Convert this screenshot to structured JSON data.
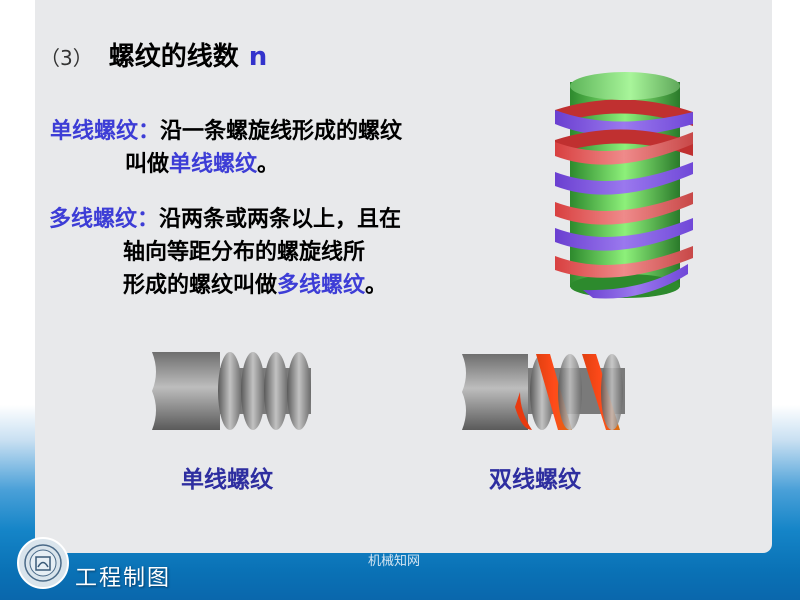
{
  "slide": {
    "section_number": "（3）",
    "title": "螺纹的线数",
    "title_variable": "n",
    "single_thread": {
      "term": "单线螺纹：",
      "line1_rest": "沿一条螺旋线形成的螺纹",
      "line2_prefix": "叫做",
      "line2_term": "单线螺纹",
      "line2_suffix": "。"
    },
    "multi_thread": {
      "term": "多线螺纹：",
      "line1_rest": "沿两条或两条以上，且在",
      "line2": "轴向等距分布的螺旋线所",
      "line3_prefix": "形成的螺纹叫做",
      "line3_term": "多线螺纹",
      "line3_suffix": "。"
    },
    "figures": [
      {
        "name": "single-thread-screw",
        "caption": "单线螺纹"
      },
      {
        "name": "double-thread-screw",
        "caption": "双线螺纹"
      }
    ]
  },
  "footer": {
    "course_title": "工程制图",
    "watermark": "机械知网"
  },
  "colors": {
    "accent_blue_text": "#3d3dd6",
    "caption_blue": "#2e2ea0",
    "panel_bg": "#e8e9eb",
    "footer_blue": "#0a72b6",
    "thread_red": "#e05a5a",
    "thread_purple": "#8a5ce0",
    "core_green": "#5fcf4f"
  }
}
